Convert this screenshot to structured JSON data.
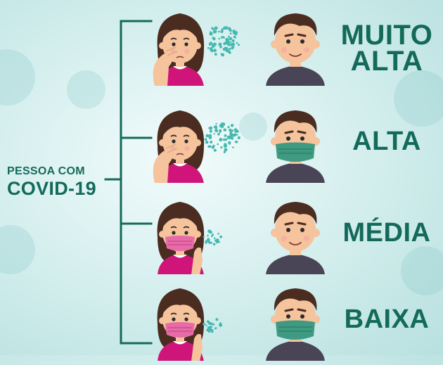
{
  "source": {
    "line1": "PESSOA COM",
    "line2": "COVID-19"
  },
  "colors": {
    "accent": "#146a5a",
    "girl_shirt": "#d0157a",
    "boy_shirt": "#4a4457",
    "hair": "#4b2c20",
    "skin": "#f5c39c",
    "mask_teal": "#3f9a82",
    "mask_pink": "#e76ba7",
    "droplets": "#46b9b0"
  },
  "scenarios": [
    {
      "risk_lines": [
        "MUITO",
        "ALTA"
      ],
      "infected_masked": false,
      "exposed_masked": false,
      "droplets": "large"
    },
    {
      "risk_lines": [
        "ALTA"
      ],
      "infected_masked": false,
      "exposed_masked": true,
      "droplets": "large"
    },
    {
      "risk_lines": [
        "MÉDIA"
      ],
      "infected_masked": true,
      "exposed_masked": false,
      "droplets": "small"
    },
    {
      "risk_lines": [
        "BAIXA"
      ],
      "infected_masked": true,
      "exposed_masked": true,
      "droplets": "small"
    }
  ]
}
